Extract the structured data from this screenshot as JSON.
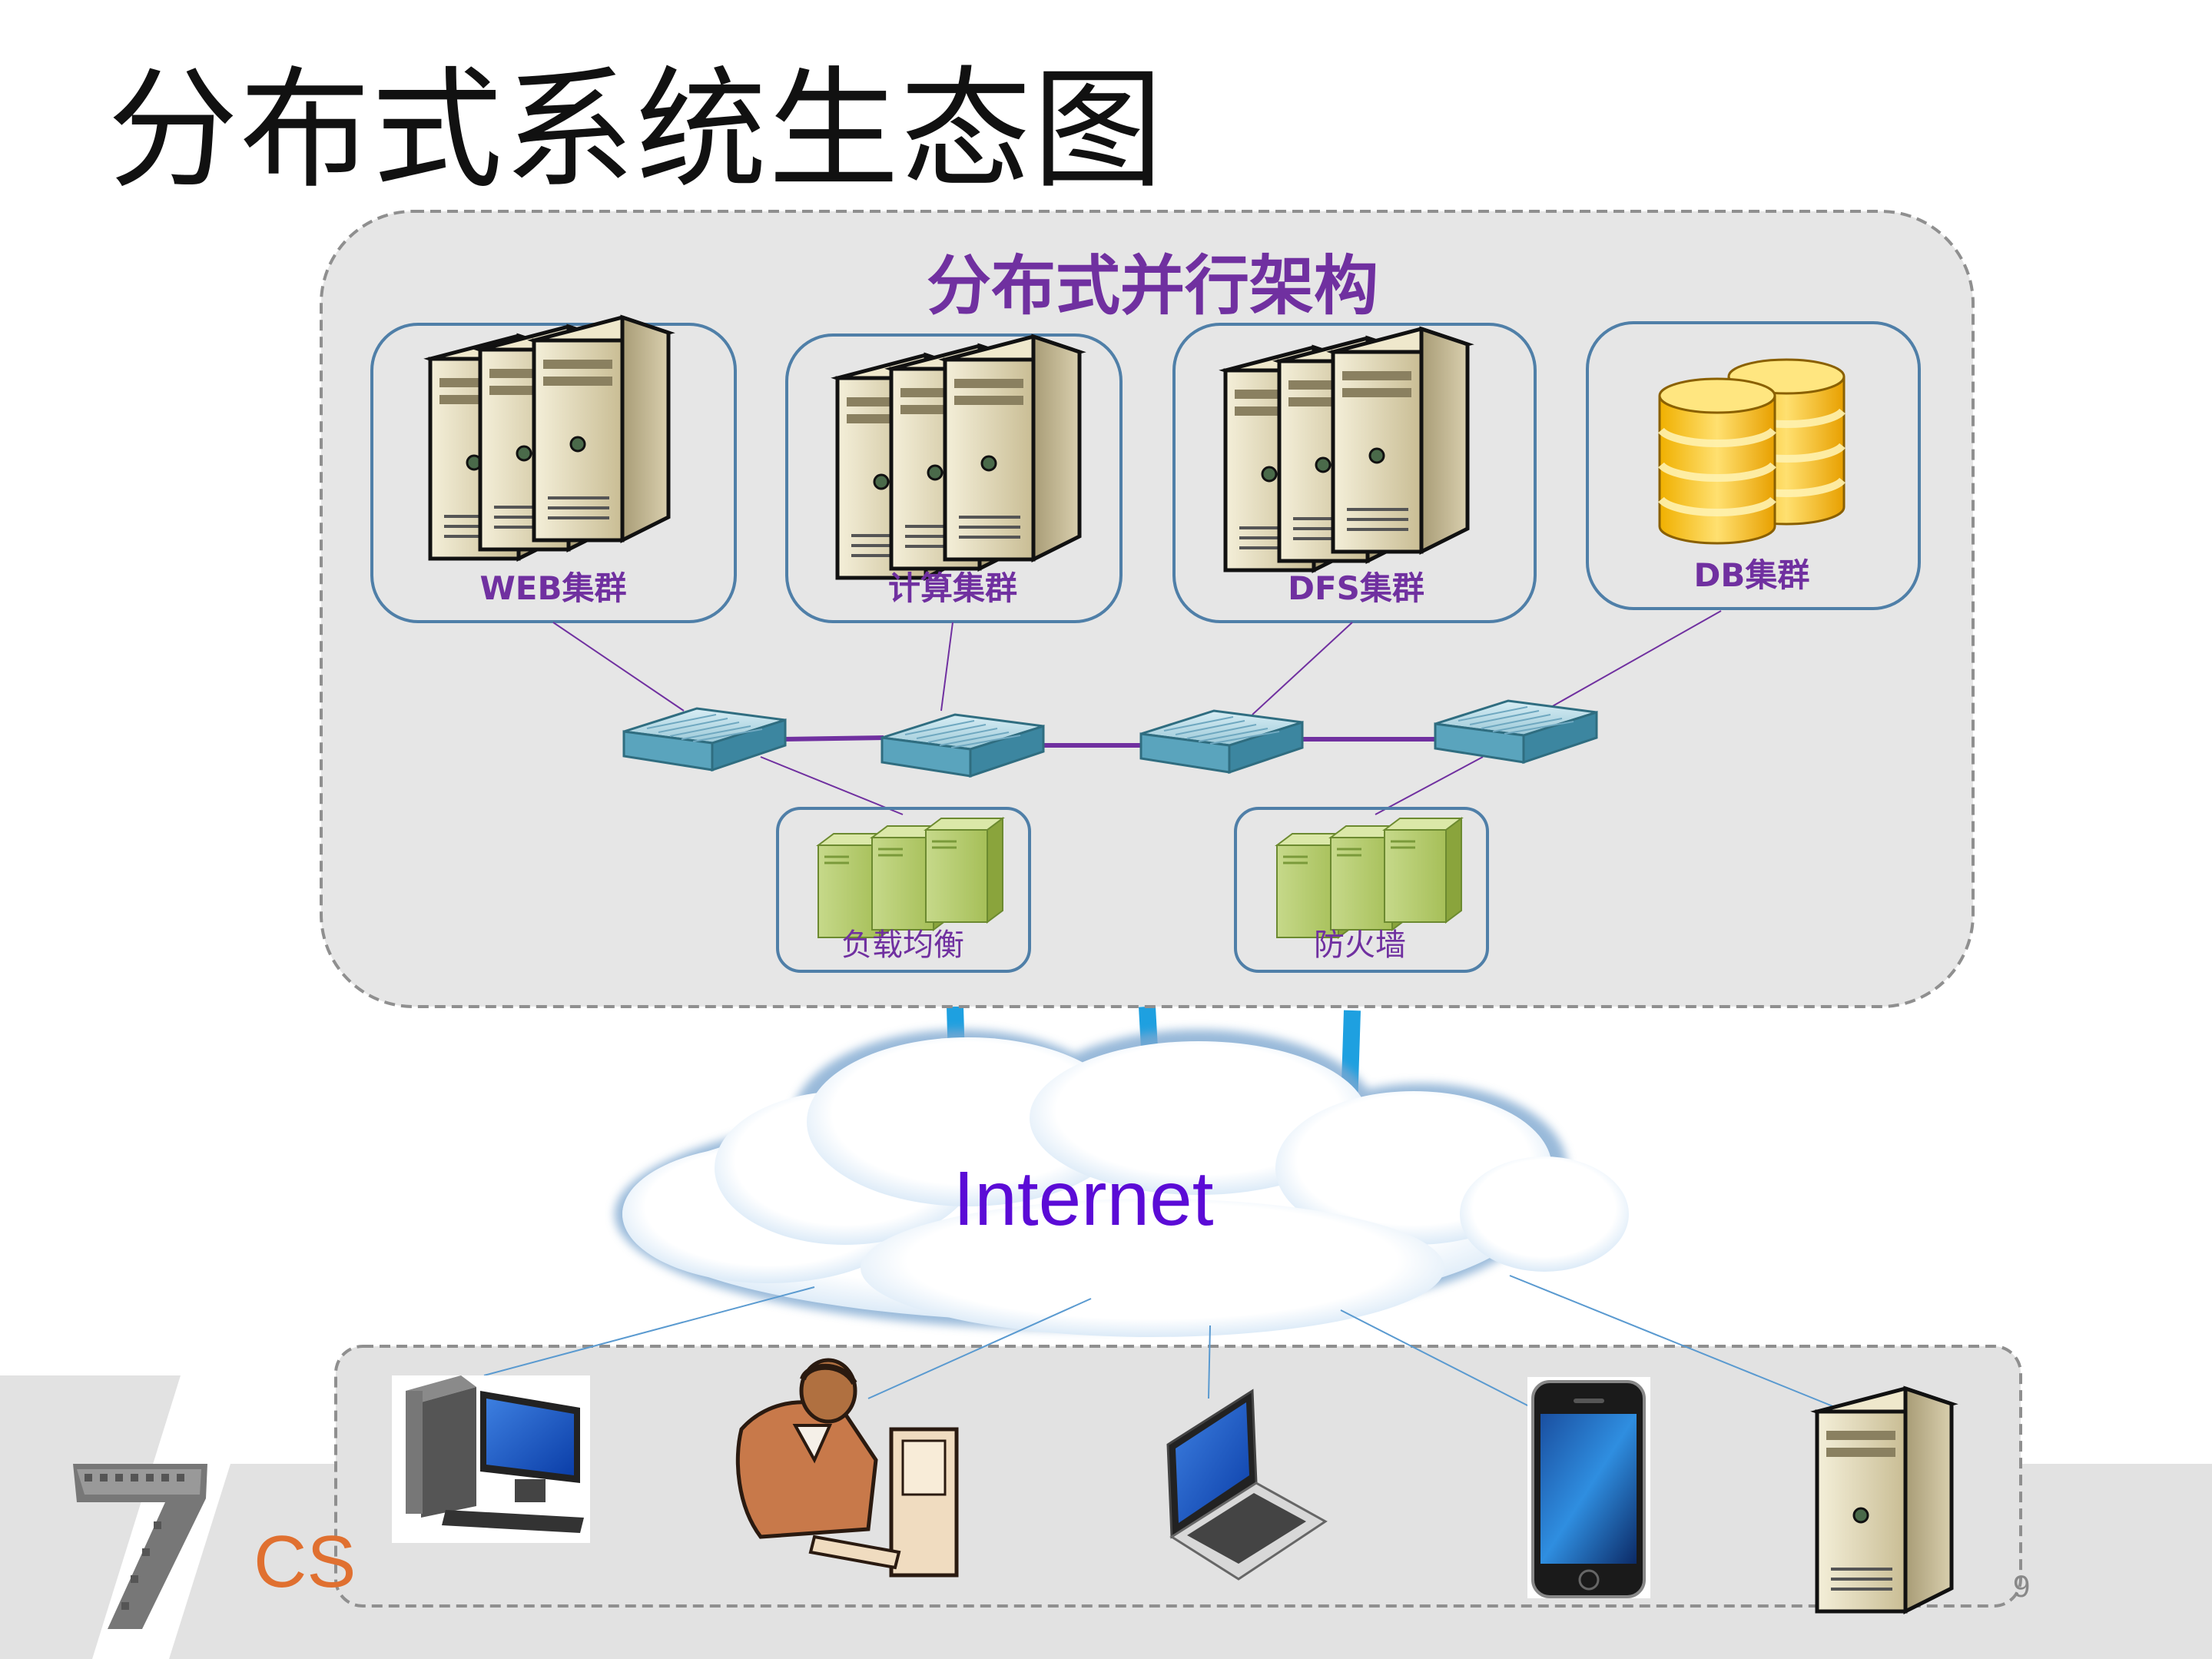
{
  "slide": {
    "title": "分布式系统生态图",
    "page_number": "9",
    "logo_text": "CS"
  },
  "architecture": {
    "title": "分布式并行架构",
    "clusters": [
      {
        "label": "WEB集群",
        "icon": "server-cluster-icon"
      },
      {
        "label": "计算集群",
        "icon": "server-cluster-icon"
      },
      {
        "label": "DFS集群",
        "icon": "server-cluster-icon"
      },
      {
        "label": "DB集群",
        "icon": "database-icon"
      }
    ],
    "switch_icon": "network-switch-icon",
    "gateways": [
      {
        "label": "负载均衡",
        "icon": "green-server-icon"
      },
      {
        "label": "防火墙",
        "icon": "green-server-icon"
      }
    ]
  },
  "network": {
    "label": "Internet",
    "icon": "cloud-icon"
  },
  "clients": [
    {
      "icon": "desktop-computer-icon"
    },
    {
      "icon": "person-at-computer-icon"
    },
    {
      "icon": "laptop-icon"
    },
    {
      "icon": "smartphone-icon"
    },
    {
      "icon": "server-icon"
    }
  ],
  "colors": {
    "accent_purple": "#7030a0",
    "internet_text": "#5b0bd6",
    "panel_fill": "#e6e6e6",
    "cluster_border": "#4f7fa8",
    "uplink_blue": "#1ea0e0",
    "link_purple": "#7030a0"
  }
}
